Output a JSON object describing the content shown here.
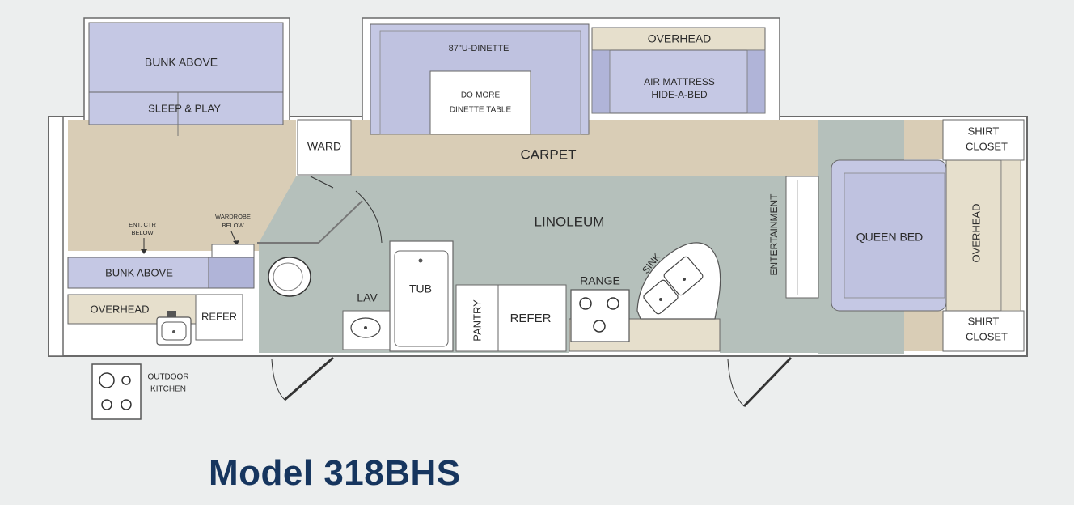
{
  "model_title": "Model 318BHS",
  "rooms": {
    "bunk_above_top": "BUNK ABOVE",
    "sleep_play": "SLEEP & PLAY",
    "ward": "WARD",
    "dinette": "87\"U-DINETTE",
    "dinette_table_1": "DO-MORE",
    "dinette_table_2": "DINETTE TABLE",
    "overhead_top": "OVERHEAD",
    "air_mattress_1": "AIR MATTRESS",
    "air_mattress_2": "HIDE-A-BED",
    "carpet": "CARPET",
    "linoleum": "LINOLEUM",
    "shirt_closet_top_1": "SHIRT",
    "shirt_closet_top_2": "CLOSET",
    "shirt_closet_bottom_1": "SHIRT",
    "shirt_closet_bottom_2": "CLOSET",
    "queen_bed": "QUEEN BED",
    "overhead_right": "OVERHEAD",
    "entertainment": "ENTERTAINMENT",
    "ent_ctr_below_1": "ENT. CTR",
    "ent_ctr_below_2": "BELOW",
    "wardrobe_below_1": "WARDROBE",
    "wardrobe_below_2": "BELOW",
    "bunk_above_left": "BUNK ABOVE",
    "overhead_left": "OVERHEAD",
    "refer_left": "REFER",
    "lav": "LAV",
    "tub": "TUB",
    "pantry": "PANTRY",
    "refer_center": "REFER",
    "range": "RANGE",
    "sink": "SINK",
    "outdoor_kitchen_1": "OUTDOOR",
    "outdoor_kitchen_2": "KITCHEN"
  },
  "colors": {
    "page_bg": "#eceeee",
    "carpet": "#d9cdb6",
    "linoleum": "#b5c0bb",
    "furniture": "#c5c8e4",
    "furniture_dark": "#b0b4d8",
    "overhead": "#e6dfcc",
    "white": "#ffffff",
    "outline": "#555555",
    "title": "#16355e"
  }
}
